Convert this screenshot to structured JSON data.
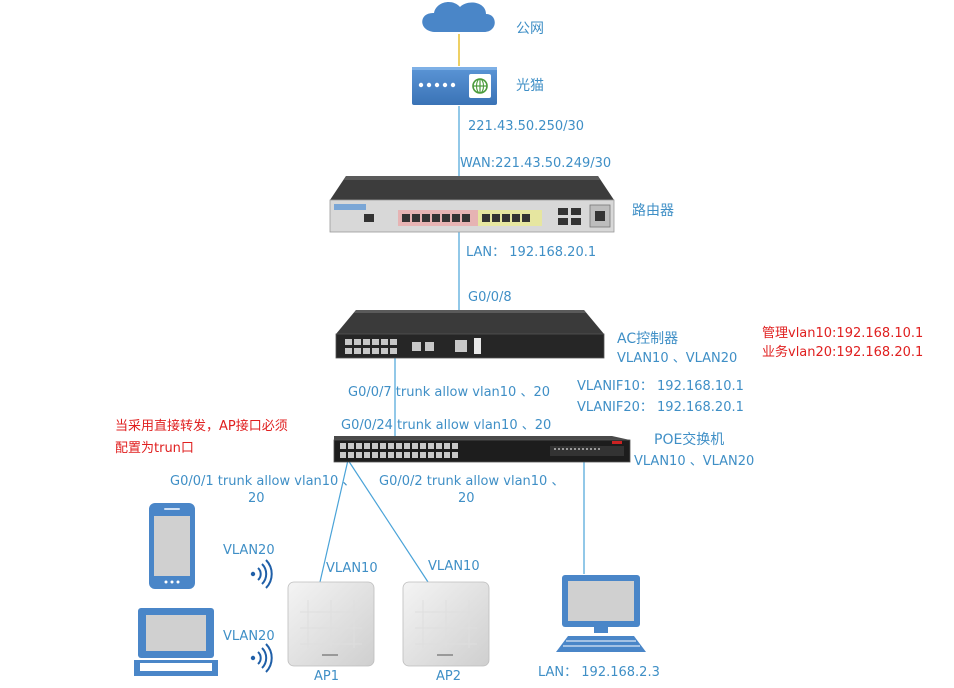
{
  "nodes": {
    "internet": "公网",
    "modem": "光猫",
    "router": "路由器",
    "ac": "AC控制器",
    "ac_vlans": "VLAN10 、VLAN20",
    "poe_switch": "POE交换机",
    "poe_vlans": "VLAN10 、VLAN20",
    "ap1": "AP1",
    "ap2": "AP2"
  },
  "links": {
    "modem_ip": "221.43.50.250/30",
    "router_wan": "WAN:221.43.50.249/30",
    "router_lan": "LAN： 192.168.20.1",
    "ac_port": "G0/0/8",
    "ac_g007": "G0/0/7 trunk allow vlan10 、20",
    "vlanif10": "VLANIF10： 192.168.10.1",
    "vlanif20": "VLANIF20： 192.168.20.1",
    "sw_g0024": "G0/0/24 trunk allow vlan10 、20",
    "sw_g001_line1": "G0/0/1 trunk allow vlan10 、",
    "sw_g001_line2": "20",
    "sw_g002_line1": "G0/0/2 trunk allow vlan10 、",
    "sw_g002_line2": "20",
    "ap1_vlan": "VLAN10",
    "ap2_vlan": "VLAN10",
    "phone_vlan": "VLAN20",
    "laptop_vlan": "VLAN20",
    "pc_lan": "LAN： 192.168.2.3"
  },
  "notes": {
    "mgmt": "管理vlan10:192.168.10.1",
    "biz": "业务vlan20:192.168.20.1",
    "ap_note_line1": "当采用直接转发，AP接口必须",
    "ap_note_line2": "配置为trun口"
  },
  "colors": {
    "label": "#3f8fc6",
    "note": "#e02020",
    "link_line": "#4aa3d8",
    "device_blue": "#4a86c8"
  },
  "icons": [
    "cloud-icon",
    "modem-icon",
    "router-icon",
    "ac-controller-icon",
    "poe-switch-icon",
    "phone-icon",
    "laptop-icon",
    "wifi-icon",
    "access-point-icon",
    "desktop-pc-icon"
  ]
}
